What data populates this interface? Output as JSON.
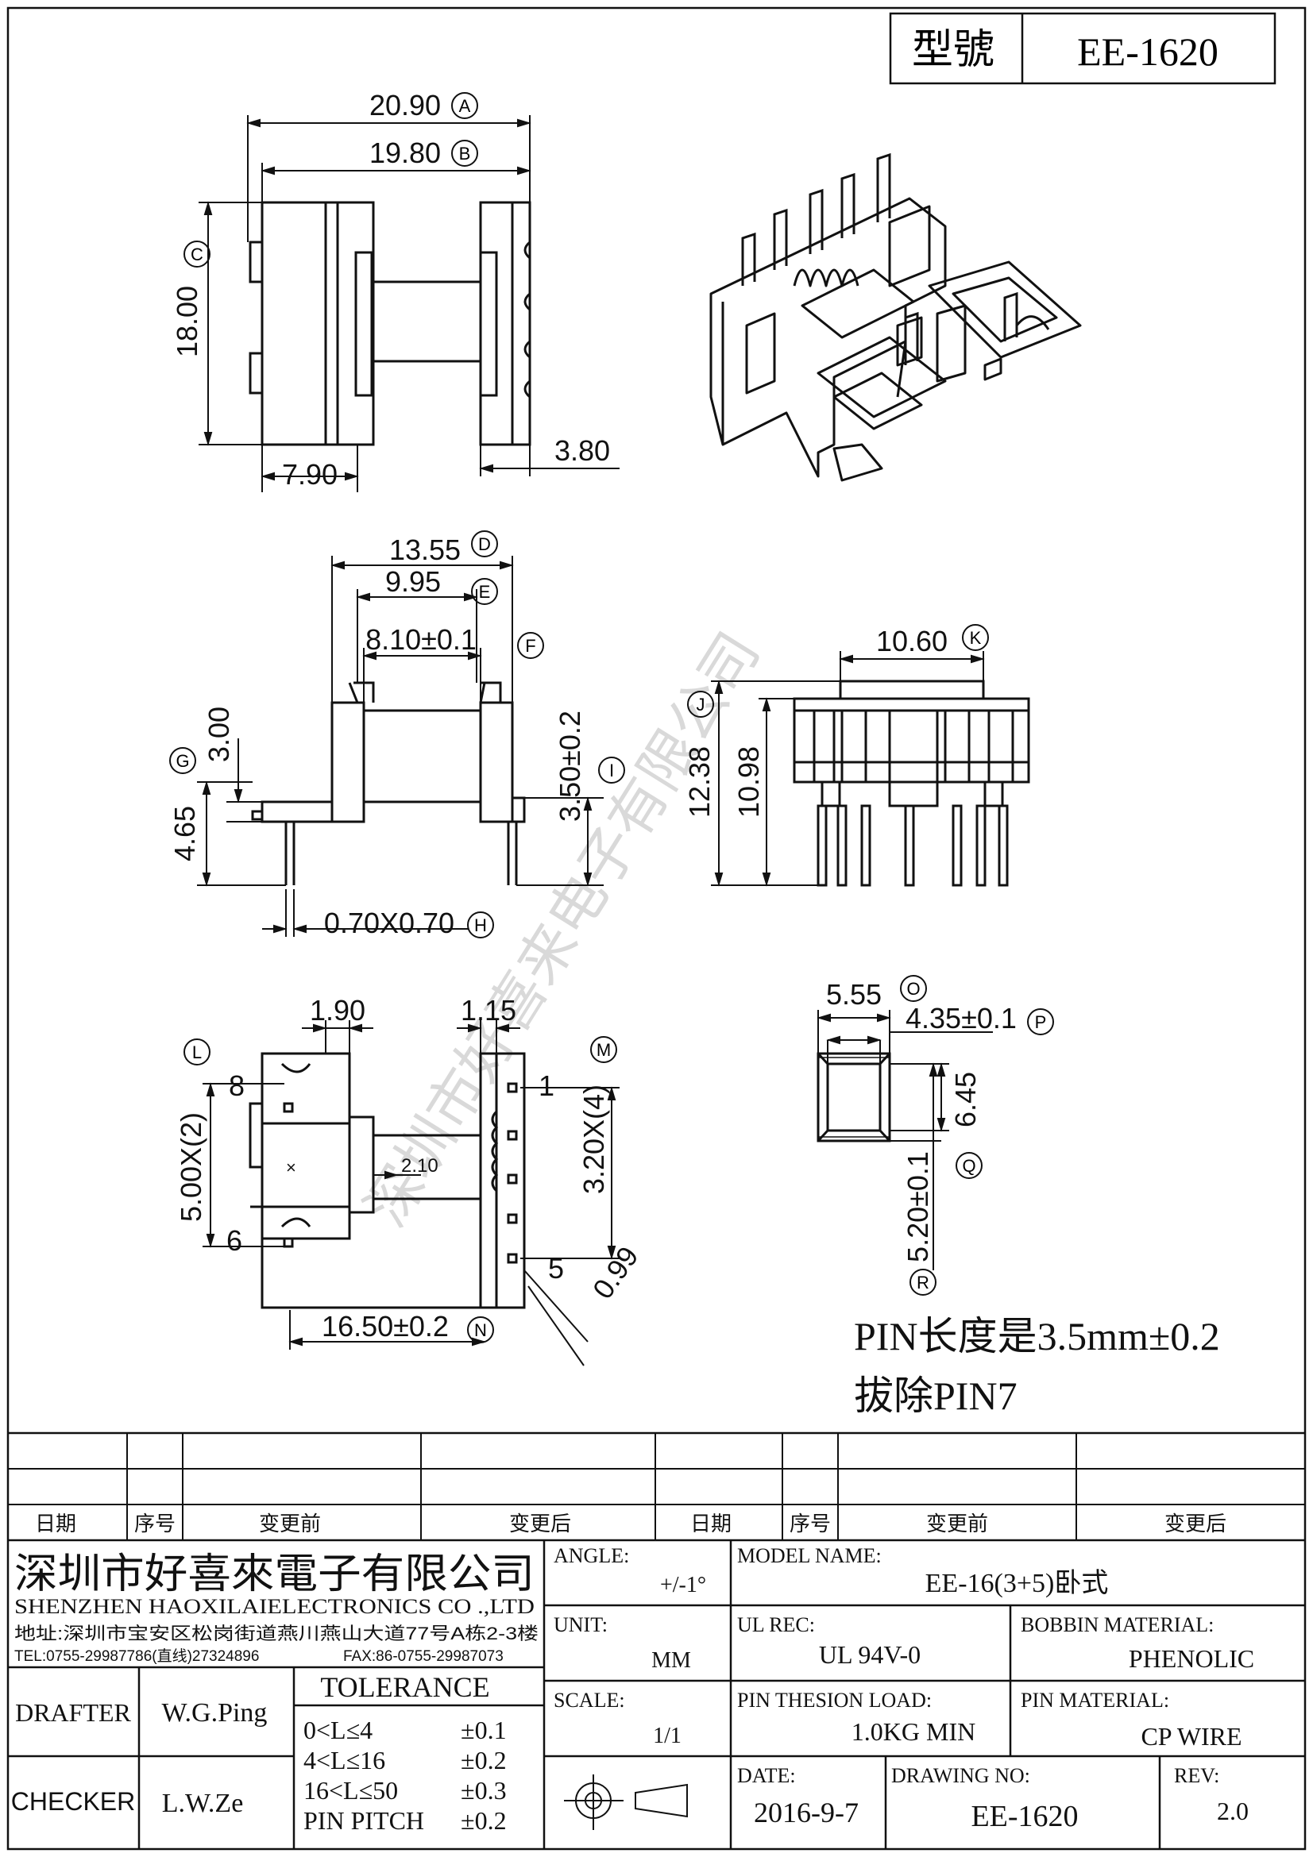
{
  "header": {
    "model_label": "型號",
    "model_value": "EE-1620"
  },
  "dims": {
    "A": "20.90",
    "B": "19.80",
    "C": "18.00",
    "w790": "7.90",
    "w380": "3.80",
    "D": "13.55",
    "E": "9.95",
    "c810": "8.10±0.1",
    "v300": "3.00",
    "I": "3.50±0.2",
    "G": "4.65",
    "H": "0.70X0.70",
    "K": "10.60",
    "J": "12.38",
    "h1098": "10.98",
    "w190": "1.90",
    "w115": "1.15",
    "L": "5.00X(2)",
    "M": "3.20X(4)",
    "w210": "2.10",
    "N": "16.50±0.2",
    "w099": "0.99",
    "O": "5.55",
    "P": "4.35±0.1",
    "Q": "6.45",
    "R": "5.20±0.1"
  },
  "circle_labels": {
    "A": "A",
    "B": "B",
    "C": "C",
    "D": "D",
    "E": "E",
    "F": "F",
    "G": "G",
    "H": "H",
    "I": "I",
    "J": "J",
    "K": "K",
    "L": "L",
    "M": "M",
    "N": "N",
    "O": "O",
    "P": "P",
    "Q": "Q",
    "R": "R"
  },
  "pins": {
    "p1": "1",
    "p5": "5",
    "p6": "6",
    "p8": "8"
  },
  "notes": {
    "line1": "PIN长度是3.5mm±0.2",
    "line2": "拔除PIN7"
  },
  "watermark": "深圳市好喜来电子有限公司",
  "revision_table": {
    "headers": [
      "日期",
      "序号",
      "变更前",
      "变更后",
      "日期",
      "序号",
      "变更前",
      "变更后"
    ]
  },
  "title_block": {
    "company_cn": "深圳市好喜來電子有限公司",
    "company_en": "SHENZHEN HAOXILAIELECTRONICS CO .,LTD",
    "address": "地址:深圳市宝安区松岗街道燕川燕山大道77号A栋2-3楼",
    "tel": "TEL:0755-29987786(直线)27324896",
    "fax": "FAX:86-0755-29987073",
    "angle_label": "ANGLE:",
    "angle_value": "+/-1°",
    "unit_label": "UNIT:",
    "unit_value": "MM",
    "scale_label": "SCALE:",
    "scale_value": "1/1",
    "model_name_label": "MODEL NAME:",
    "model_name_value": "EE-16(3+5)卧式",
    "ul_label": "UL REC:",
    "ul_value": "UL 94V-0",
    "bobbin_label": "BOBBIN MATERIAL:",
    "bobbin_value": "PHENOLIC",
    "pin_load_label": "PIN THESION LOAD:",
    "pin_load_value": "1.0KG MIN",
    "pin_mat_label": "PIN MATERIAL:",
    "pin_mat_value": "CP  WIRE",
    "date_label": "DATE:",
    "date_value": "2016-9-7",
    "drawing_no_label": "DRAWING NO:",
    "drawing_no_value": "EE-1620",
    "rev_label": "REV:",
    "rev_value": "2.0",
    "drafter_label": "DRAFTER",
    "drafter_value": "W.G.Ping",
    "checker_label": "CHECKER",
    "checker_value": "L.W.Ze",
    "tolerance_title": "TOLERANCE",
    "tolerance_rows": [
      {
        "range": "0<L≤4",
        "tol": "±0.1"
      },
      {
        "range": "4<L≤16",
        "tol": "±0.2"
      },
      {
        "range": "16<L≤50",
        "tol": "±0.3"
      },
      {
        "range": "PIN PITCH",
        "tol": "±0.2"
      }
    ]
  }
}
